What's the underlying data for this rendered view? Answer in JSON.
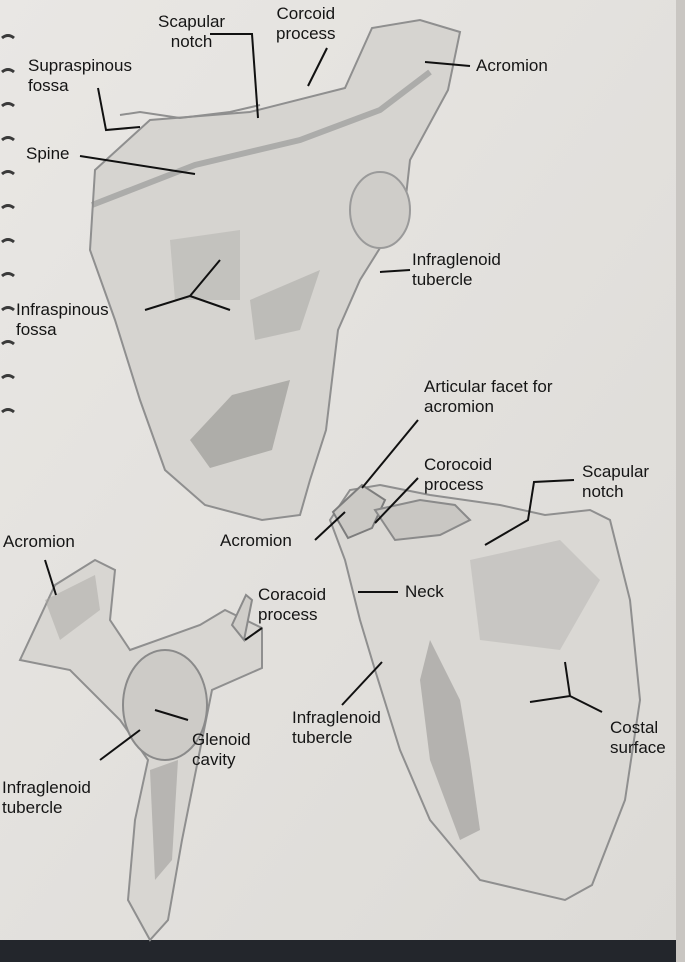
{
  "colors": {
    "paper": "#e6e4e1",
    "pencil": "#8f8f8f",
    "shade": "#a9a7a4",
    "leader": "#111111",
    "text": "#151515"
  },
  "views": [
    {
      "id": "posterior",
      "labels": [
        {
          "id": "scapular-notch",
          "lines": [
            "Scapular",
            "notch"
          ]
        },
        {
          "id": "coracoid-process",
          "lines": [
            "Corcoid",
            "process"
          ]
        },
        {
          "id": "supraspinous-fossa",
          "lines": [
            "Supraspinous",
            "fossa"
          ]
        },
        {
          "id": "acromion",
          "lines": [
            "Acromion"
          ]
        },
        {
          "id": "spine",
          "lines": [
            "Spine"
          ]
        },
        {
          "id": "infraglenoid-tubercle",
          "lines": [
            "Infraglenoid",
            "tubercle"
          ]
        },
        {
          "id": "infraspinous-fossa",
          "lines": [
            "Infraspinous",
            "fossa"
          ]
        }
      ]
    },
    {
      "id": "anterior",
      "labels": [
        {
          "id": "articular-facet",
          "lines": [
            "Articular facet for",
            "acromion"
          ]
        },
        {
          "id": "coracoid-process",
          "lines": [
            "Corocoid",
            "process"
          ]
        },
        {
          "id": "scapular-notch",
          "lines": [
            "Scapular",
            "notch"
          ]
        },
        {
          "id": "acromion",
          "lines": [
            "Acromion"
          ]
        },
        {
          "id": "neck",
          "lines": [
            "Neck"
          ]
        },
        {
          "id": "infraglenoid-tubercle",
          "lines": [
            "Infraglenoid",
            "tubercle"
          ]
        },
        {
          "id": "costal-surface",
          "lines": [
            "Costal",
            "surface"
          ]
        }
      ]
    },
    {
      "id": "lateral",
      "labels": [
        {
          "id": "acromion",
          "lines": [
            "Acromion"
          ]
        },
        {
          "id": "coracoid-process",
          "lines": [
            "Coracoid",
            "process"
          ]
        },
        {
          "id": "glenoid-cavity",
          "lines": [
            "Glenoid",
            "cavity"
          ]
        },
        {
          "id": "infraglenoid-tubercle",
          "lines": [
            "Infraglenoid",
            "tubercle"
          ]
        }
      ]
    }
  ]
}
